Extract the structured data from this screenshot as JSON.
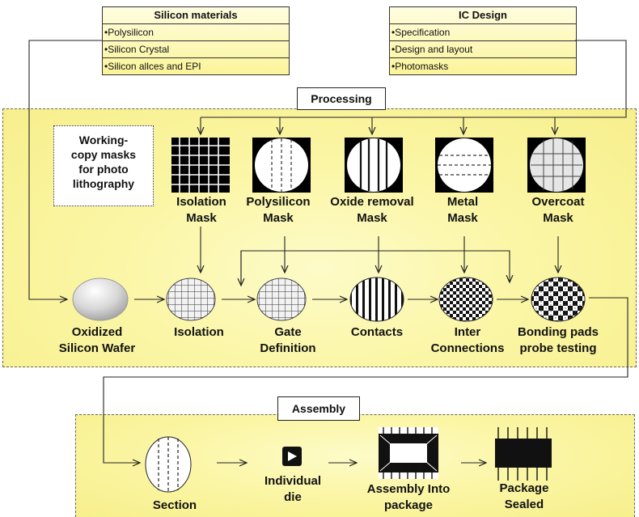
{
  "inputs": {
    "silicon": {
      "title": "Silicon materials",
      "items": [
        "Polysilicon",
        "Silicon Crystal",
        "Silicon allces and EPI"
      ]
    },
    "ic_design": {
      "title": "IC Design",
      "items": [
        "Specification",
        "Design and layout",
        "Photomasks"
      ]
    }
  },
  "processing": {
    "title": "Processing",
    "note": [
      "Working-",
      "copy masks",
      "for photo",
      "lithography"
    ],
    "masks": [
      {
        "line1": "Isolation",
        "line2": "Mask"
      },
      {
        "line1": "Polysilicon",
        "line2": "Mask"
      },
      {
        "line1": "Oxide removal",
        "line2": "Mask"
      },
      {
        "line1": "Metal",
        "line2": "Mask"
      },
      {
        "line1": "Overcoat",
        "line2": "Mask"
      }
    ],
    "steps": [
      {
        "line1": "Oxidized",
        "line2": "Silicon Wafer"
      },
      {
        "line1": "Isolation",
        "line2": ""
      },
      {
        "line1": "Gate",
        "line2": "Definition"
      },
      {
        "line1": "Contacts",
        "line2": ""
      },
      {
        "line1": "Inter",
        "line2": "Connections"
      },
      {
        "line1": "Bonding pads",
        "line2": "probe testing"
      }
    ]
  },
  "assembly": {
    "title": "Assembly",
    "steps": [
      {
        "line1": "Section",
        "line2": ""
      },
      {
        "line1": "Individual",
        "line2": "die"
      },
      {
        "line1": "Assembly Into",
        "line2": "package"
      },
      {
        "line1": "Package",
        "line2": "Sealed"
      }
    ]
  }
}
